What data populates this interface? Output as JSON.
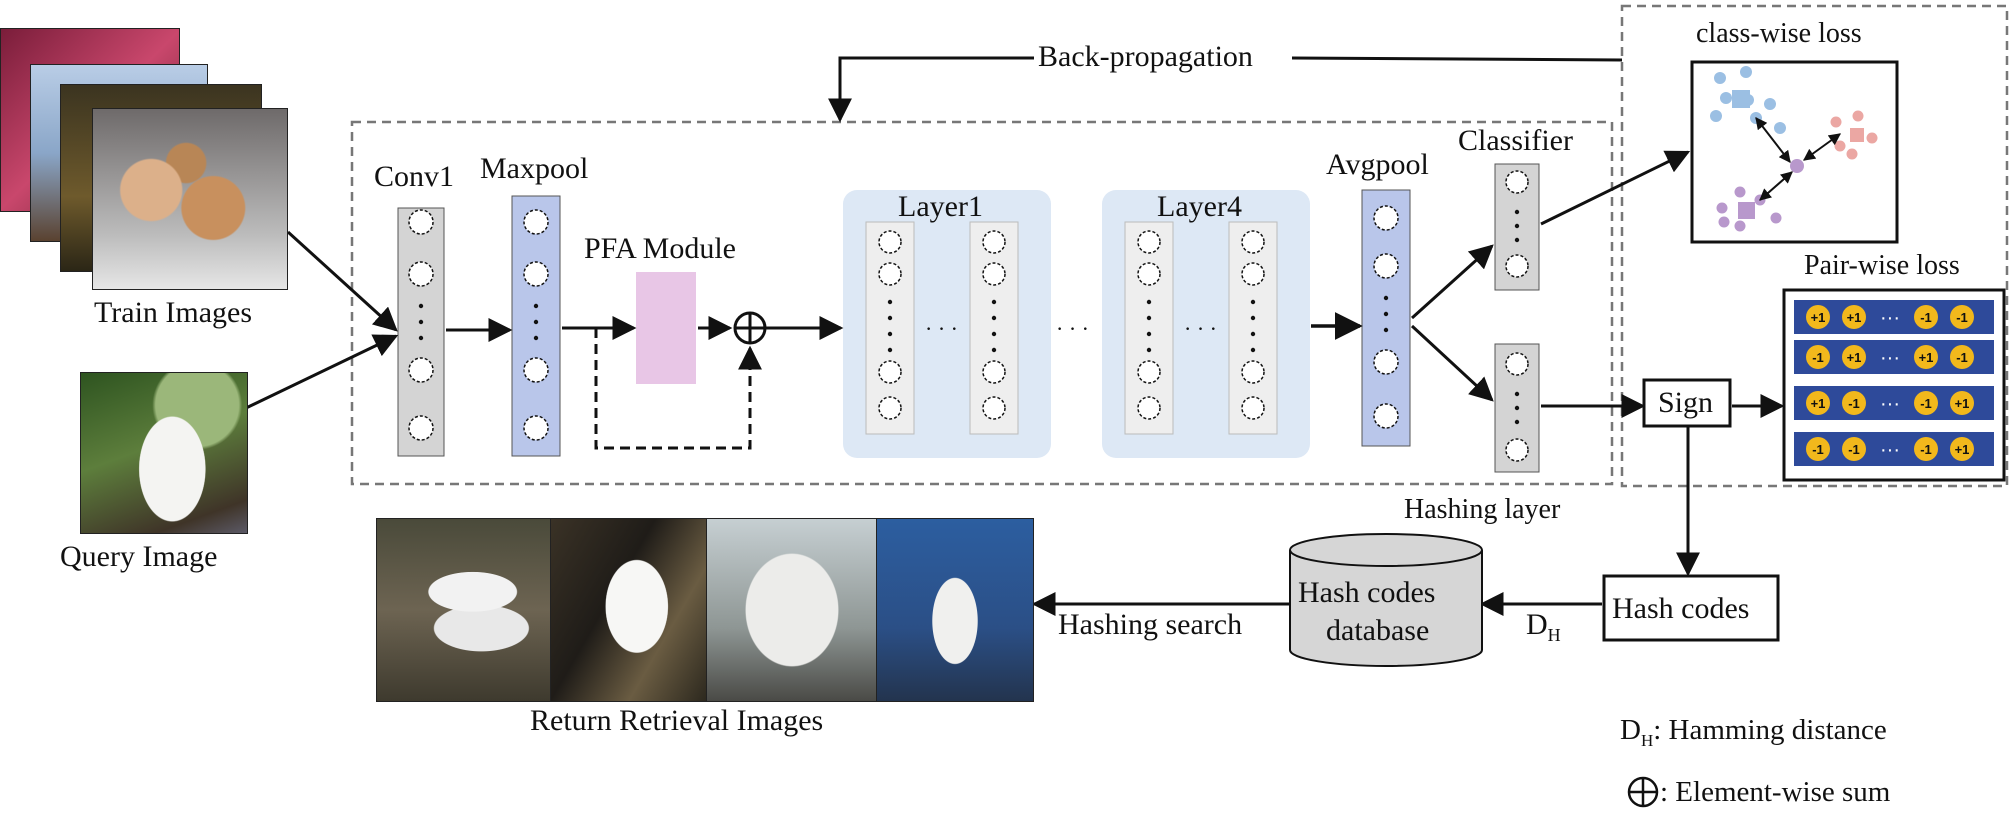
{
  "labels": {
    "train_images": "Train Images",
    "query_image": "Query Image",
    "conv1": "Conv1",
    "maxpool": "Maxpool",
    "pfa_module": "PFA Module",
    "layer1": "Layer1",
    "layer4": "Layer4",
    "avgpool": "Avgpool",
    "classifier": "Classifier",
    "back_propagation": "Back-propagation",
    "class_wise_loss": "class-wise loss",
    "pair_wise_loss": "Pair-wise loss",
    "sign": "Sign",
    "hashing_layer": "Hashing layer",
    "hash_codes": "Hash codes",
    "database_line1": "Hash codes",
    "database_line2": "database",
    "hamming_symbol": "D",
    "hamming_sub": "H",
    "hashing_search": "Hashing search",
    "return_images": "Return Retrieval Images",
    "legend_hamming_symbol": "D",
    "legend_hamming_sub": "H",
    "legend_hamming_text": ": Hamming distance",
    "legend_sum_text": ": Element-wise sum"
  },
  "dots": "· · ·",
  "pair_codes": [
    [
      "+1",
      "+1",
      "···",
      "-1",
      "-1"
    ],
    [
      "-1",
      "+1",
      "···",
      "+1",
      "-1"
    ],
    [
      "+1",
      "-1",
      "···",
      "-1",
      "+1"
    ],
    [
      "-1",
      "-1",
      "···",
      "-1",
      "+1"
    ]
  ],
  "colors": {
    "conv": "#d4d4d4",
    "maxpool": "#b9c6ea",
    "pfa": "#e8c6e6",
    "layer_bg": "#dde8f5",
    "layer_col": "#eeeeee",
    "avgpool": "#b9c6ea",
    "hash_bar": "#2e4a9a",
    "hash_bit": "#f2b81c",
    "blue_cluster": "#9bbfe3",
    "red_cluster": "#eba7a3",
    "purple_cluster": "#b898cc"
  }
}
